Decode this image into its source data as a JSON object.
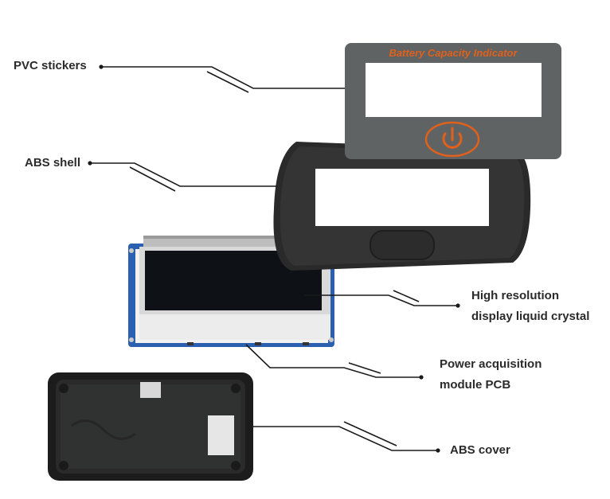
{
  "labels": {
    "pvc_stickers": "PVC stickers",
    "abs_shell": "ABS shell",
    "lcd_line1": "High resolution",
    "lcd_line2": "display liquid crystal",
    "pcb_line1": "Power acquisition",
    "pcb_line2": "module PCB",
    "abs_cover": "ABS cover"
  },
  "sticker": {
    "title": "Battery Capacity Indicator"
  },
  "colors": {
    "sticker_gray": "#5f6364",
    "sticker_accent": "#e0601c",
    "shell_dark": "#2a2a2a",
    "pcb_blue": "#2b5fb0",
    "lcd_black": "#0e1116",
    "cover_dark": "#1c1c1c",
    "leader_line": "#1a1a1a"
  },
  "icons": {
    "power_button": "power-icon"
  }
}
